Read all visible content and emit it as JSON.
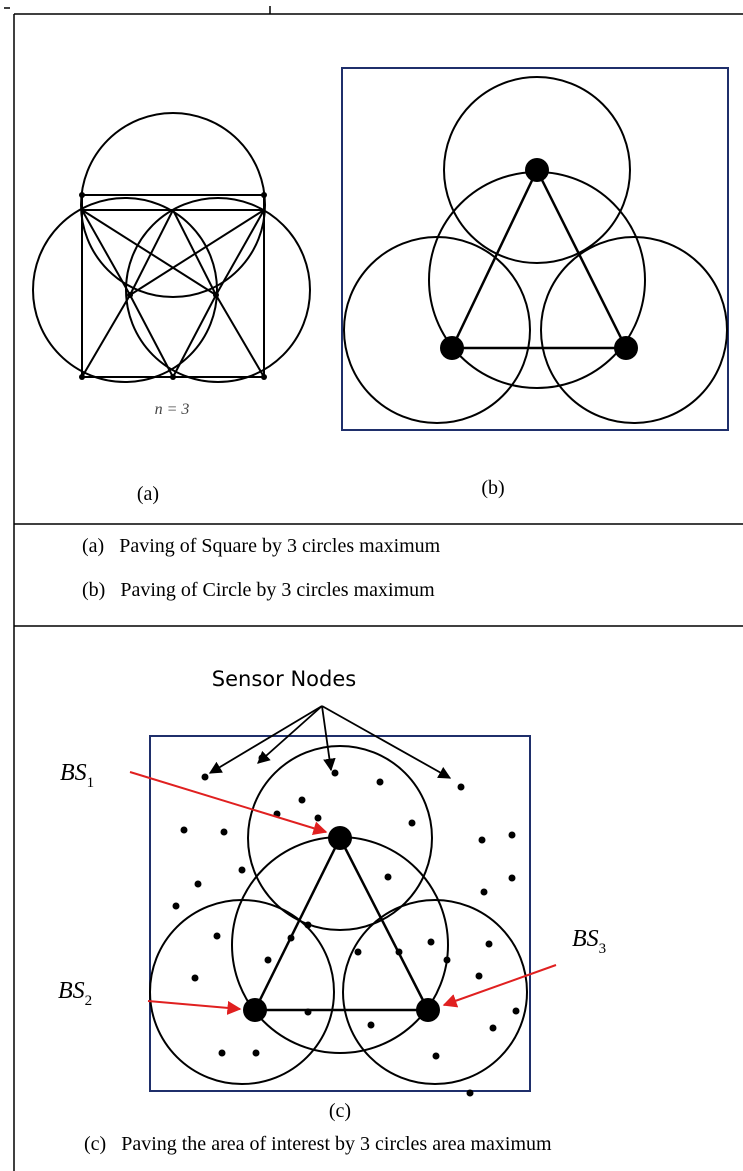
{
  "panel_a": {
    "label": "(a)",
    "n_label": "n = 3"
  },
  "panel_b": {
    "label": "(b)"
  },
  "captions": {
    "a": "(a)   Paving of Square by 3 circles maximum",
    "b": "(b)   Paving of Circle by 3 circles maximum",
    "c": "(c)   Paving the area of interest by 3 circles area maximum"
  },
  "panel_c": {
    "label": "(c)",
    "sensor_nodes_label": "Sensor Nodes",
    "base_stations": [
      {
        "name": "BS",
        "subscript": "1"
      },
      {
        "name": "BS",
        "subscript": "2"
      },
      {
        "name": "BS",
        "subscript": "3"
      }
    ]
  },
  "colors": {
    "line": "#000000",
    "frame_blue": "#1f2f6b",
    "arrow_red": "#e02020",
    "background": "#ffffff"
  }
}
